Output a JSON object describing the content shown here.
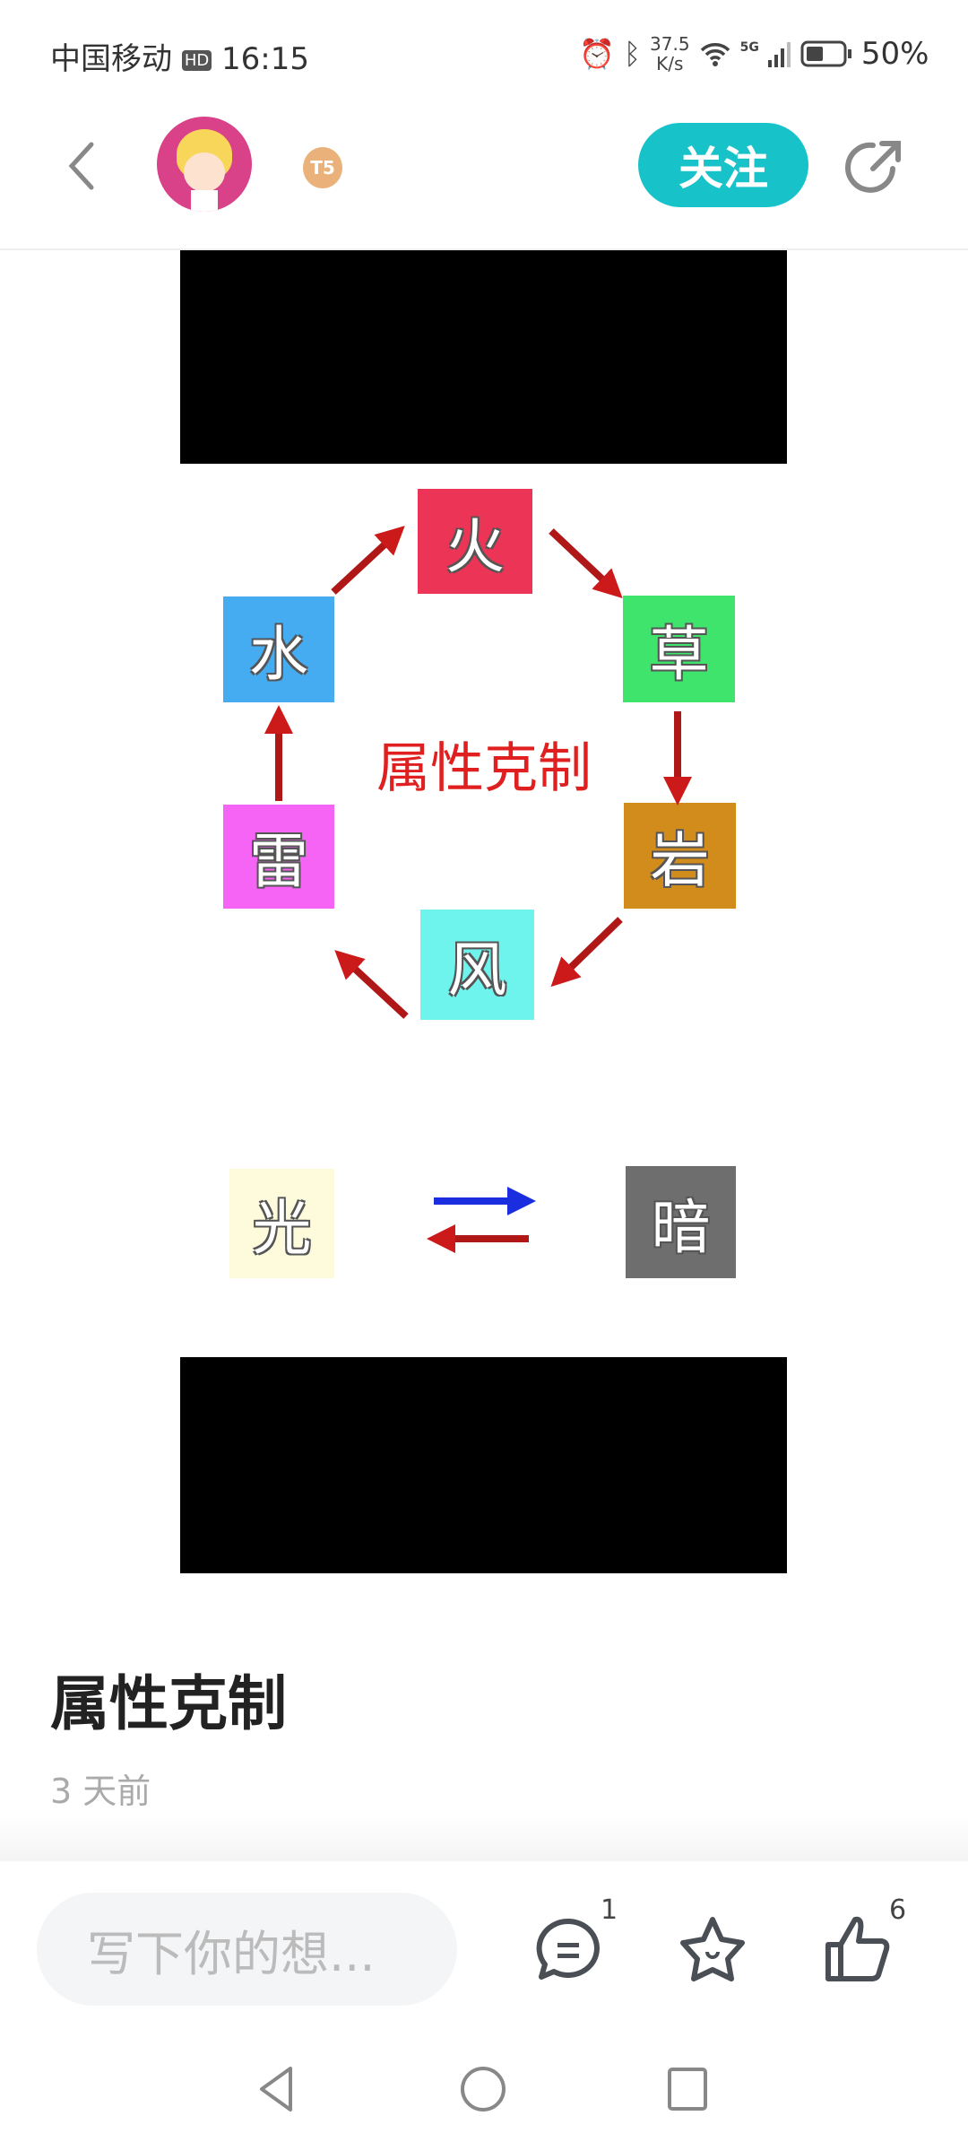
{
  "status_bar": {
    "carrier": "中国移动",
    "hd": "HD",
    "time": "16:15",
    "net_speed_value": "37.5",
    "net_speed_unit": "K/s",
    "signal": "5G",
    "battery": "50%"
  },
  "header": {
    "follow_label": "关注",
    "level_badge": "T5"
  },
  "diagram": {
    "center_text": "属性克制",
    "tiles": [
      {
        "label": "火",
        "color": "#ec3456"
      },
      {
        "label": "草",
        "color": "#3ee46b"
      },
      {
        "label": "岩",
        "color": "#d18c1c"
      },
      {
        "label": "风",
        "color": "#6ef4ec"
      },
      {
        "label": "雷",
        "color": "#f664f5"
      },
      {
        "label": "水",
        "color": "#45acf2"
      },
      {
        "label": "光",
        "color": "#fdfbdc"
      },
      {
        "label": "暗",
        "color": "#6e6e6e"
      }
    ],
    "arrow_color": "#b01818",
    "blue_arrow_color": "#1a2ee0"
  },
  "post": {
    "title": "属性克制",
    "time": "3 天前"
  },
  "bottom_bar": {
    "comment_placeholder": "写下你的想...",
    "comment_count": "1",
    "like_count": "6"
  }
}
